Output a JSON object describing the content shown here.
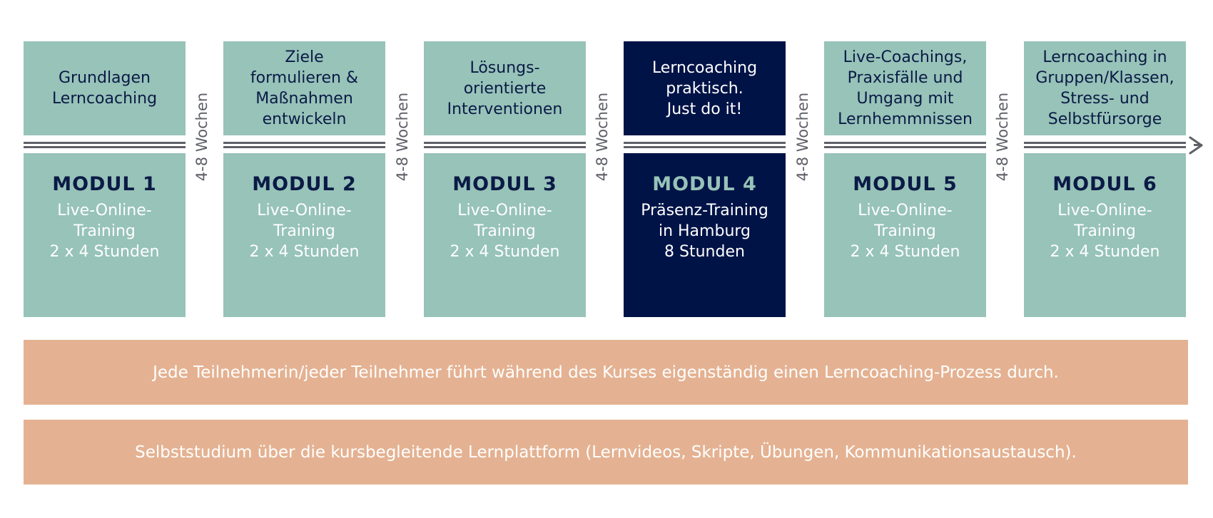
{
  "modules": [
    {
      "topic": [
        "Grundlagen",
        "Lerncoaching"
      ],
      "title": "MODUL 1",
      "desc": [
        "Live-Online-",
        "Training",
        "2 x 4 Stunden"
      ]
    },
    {
      "topic": [
        "Ziele",
        "formulieren &",
        "Maßnahmen",
        "entwickeln"
      ],
      "title": "MODUL 2",
      "desc": [
        "Live-Online-",
        "Training",
        "2 x 4 Stunden"
      ]
    },
    {
      "topic": [
        "Lösungs-",
        "orientierte",
        "Interventionen"
      ],
      "title": "MODUL 3",
      "desc": [
        "Live-Online-",
        "Training",
        "2 x 4 Stunden"
      ]
    },
    {
      "topic": [
        "Lerncoaching",
        "praktisch.",
        "Just do it!"
      ],
      "title": "MODUL 4",
      "desc": [
        "Präsenz-Training",
        "in Hamburg",
        "8 Stunden"
      ]
    },
    {
      "topic": [
        "Live-Coachings,",
        "Praxisfälle und",
        "Umgang mit",
        "Lernhemmnissen"
      ],
      "title": "MODUL 5",
      "desc": [
        "Live-Online-",
        "Training",
        "2 x 4 Stunden"
      ]
    },
    {
      "topic": [
        "Lerncoaching in",
        "Gruppen/Klassen,",
        "Stress- und",
        "Selbstfürsorge"
      ],
      "title": "MODUL 6",
      "desc": [
        "Live-Online-",
        "Training",
        "2 x 4 Stunden"
      ]
    }
  ],
  "intervals": [
    "4-8 Wochen",
    "4-8 Wochen",
    "4-8 Wochen",
    "4-8 Wochen",
    "4-8 Wochen"
  ],
  "bars": {
    "process": "Jede Teilnehmerin/jeder Teilnehmer führt während des Kurses eigenständig einen Lerncoaching-Prozess durch.",
    "selfstudy": "Selbststudium über die kursbegleitende Lernplattform (Lernvideos, Skripte, Übungen, Kommunikationsaustausch)."
  },
  "colors": {
    "mint": "#97c3b8",
    "navy": "#001347",
    "peach": "#e4b292",
    "line": "#5e6068"
  }
}
